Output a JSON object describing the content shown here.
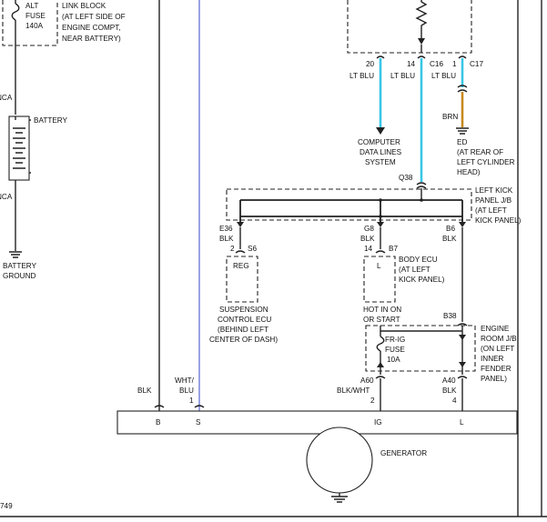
{
  "colors": {
    "lt_blu_wire": "#39c7e6",
    "wht_blu_wire": "#4655c8",
    "brn_wire": "#c88a1e",
    "line": "#222222"
  },
  "top_left": {
    "fuse_lines": [
      "ALT",
      "FUSE",
      "140A"
    ],
    "link_block_lines": [
      "LINK BLOCK",
      "(AT LEFT SIDE OF",
      "ENGINE COMPT,",
      "NEAR BATTERY)"
    ],
    "nca_top": "NCA",
    "battery_label": "BATTERY",
    "nca_bottom": "NCA",
    "battery_ground_lines": [
      "BATTERY",
      "GROUND"
    ]
  },
  "top_right": {
    "pin_20": "20",
    "pin_14": "14",
    "pin_1": "1",
    "conn_c16": "C16",
    "conn_c17": "C17",
    "wire_lt_blu_1": "LT BLU",
    "wire_lt_blu_2": "LT BLU",
    "wire_lt_blu_3": "LT BLU",
    "wire_brn": "BRN",
    "computer_lines": [
      "COMPUTER",
      "DATA LINES",
      "SYSTEM"
    ],
    "ground_ed_lines": [
      "ED",
      "(AT REAR OF",
      "LEFT CYLINDER",
      "HEAD)"
    ]
  },
  "kick_panel": {
    "conn_q38": "Q38",
    "label_lines": [
      "LEFT KICK",
      "PANEL J/B",
      "(AT LEFT",
      "KICK PANEL)"
    ]
  },
  "suspension": {
    "conn": "E36",
    "wire": "BLK",
    "pin": "2",
    "conn2": "S6",
    "terminal": "REG",
    "label_lines": [
      "SUSPENSION",
      "CONTROL ECU",
      "(BEHIND LEFT",
      "CENTER OF DASH)"
    ]
  },
  "body_ecu": {
    "conn": "G8",
    "wire": "BLK",
    "pin": "14",
    "conn2": "B7",
    "terminal": "L",
    "label_lines": [
      "BODY ECU",
      "(AT LEFT",
      "KICK PANEL)"
    ]
  },
  "b6": {
    "conn": "B6",
    "wire": "BLK"
  },
  "engine_room": {
    "hot_lines": [
      "HOT IN ON",
      "OR START"
    ],
    "conn": "B38",
    "fuse_lines": [
      "FR-IG",
      "FUSE",
      "10A"
    ],
    "label_lines": [
      "ENGINE",
      "ROOM J/B",
      "(ON LEFT",
      "INNER",
      "FENDER",
      "PANEL)"
    ]
  },
  "generator": {
    "wire_blk": "BLK",
    "wire_wht_blu_lines": [
      "WHT/",
      "BLU"
    ],
    "pin_s": "1",
    "conn_ig": "A60",
    "wire_ig": "BLK/WHT",
    "pin_ig": "2",
    "conn_l": "A40",
    "wire_l": "BLK",
    "pin_l": "4",
    "term_b": "B",
    "term_s": "S",
    "term_ig": "IG",
    "term_l": "L",
    "label": "GENERATOR"
  },
  "page_number": "749"
}
